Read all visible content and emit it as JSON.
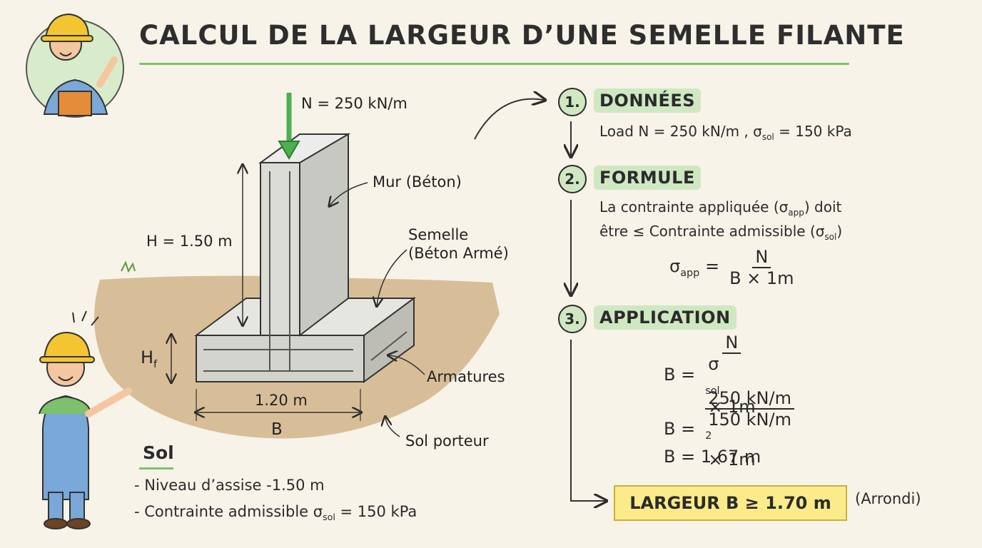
{
  "title": "CALCUL DE LA LARGEUR D’UNE SEMELLE FILANTE",
  "diagram": {
    "load_label": "N = 250 kN/m",
    "wall_label": "Mur (Béton)",
    "height_label": "H = 1.50 m",
    "footing_label_1": "Semelle",
    "footing_label_2": "(Béton Armé)",
    "hf_label": "H",
    "hf_sub": "f",
    "width_value": "1.20 m",
    "width_symbol": "B",
    "rebar_label": "Armatures",
    "soil_label": "Sol porteur"
  },
  "soil_info": {
    "title": "Sol",
    "line1": "- Niveau d’assise  -1.50 m",
    "line2_prefix": "- Contrainte admissible  σ",
    "line2_sub": "sol",
    "line2_suffix": " = 150 kPa"
  },
  "steps": [
    {
      "number": "1.",
      "heading": "DONNÉES",
      "text_prefix": "Load N = 250 kN/m , σ",
      "text_sub": "sol",
      "text_suffix": " = 150 kPa"
    },
    {
      "number": "2.",
      "heading": "FORMULE",
      "line1_prefix": "La contrainte appliquée (σ",
      "line1_sub": "app",
      "line1_suffix": ") doit",
      "line2_prefix": "être ≤ Contrainte admissible (σ",
      "line2_sub": "sol",
      "line2_suffix": ")",
      "formula_lhs": "σ",
      "formula_lhs_sub": "app",
      "formula_num": "N",
      "formula_den": "B × 1m"
    },
    {
      "number": "3.",
      "heading": "APPLICATION",
      "eq1_lhs": "B =",
      "eq1_num": "N",
      "eq1_den_prefix": "σ",
      "eq1_den_sub": "sol",
      "eq1_den_suffix": " × 1m",
      "eq2_lhs": "B =",
      "eq2_num": "250 kN/m",
      "eq2_den_prefix": "150 kN/m",
      "eq2_den_sup": "2",
      "eq2_den_suffix": " × 1m",
      "eq3": "B = 1.67 m"
    }
  ],
  "result": {
    "label": "LARGEUR B ≥ 1.70 m",
    "note": "(Arrondi)"
  },
  "colors": {
    "accent_green": "#7cc16b",
    "highlight_green": "#cfe8c2",
    "result_yellow": "#fbeb8a",
    "soil": "#d2b489",
    "concrete": "#d9d9d4",
    "load_arrow": "#4caf50"
  },
  "icons": [
    "worker-top-icon",
    "worker-bottom-icon"
  ]
}
